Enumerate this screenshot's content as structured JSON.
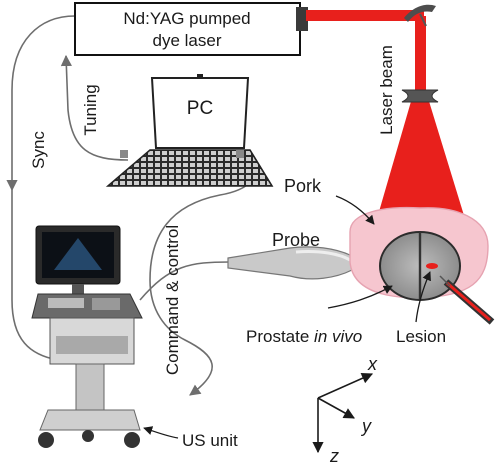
{
  "laser": {
    "line1": "Nd:YAG pumped",
    "line2": "dye laser"
  },
  "pc_label": "PC",
  "labels": {
    "sync": "Sync",
    "tuning": "Tuning",
    "laser_beam": "Laser beam",
    "pork": "Pork",
    "probe": "Probe",
    "command_control": "Command & control",
    "prostate_prefix": "Prostate ",
    "prostate_italic": "in vivo",
    "lesion": "Lesion",
    "us_unit": "US unit"
  },
  "axes": {
    "x": "x",
    "y": "y",
    "z": "z"
  },
  "colors": {
    "beam": "#e8201c",
    "pork": "#f6c6cf",
    "line": "#6e6e6e"
  }
}
